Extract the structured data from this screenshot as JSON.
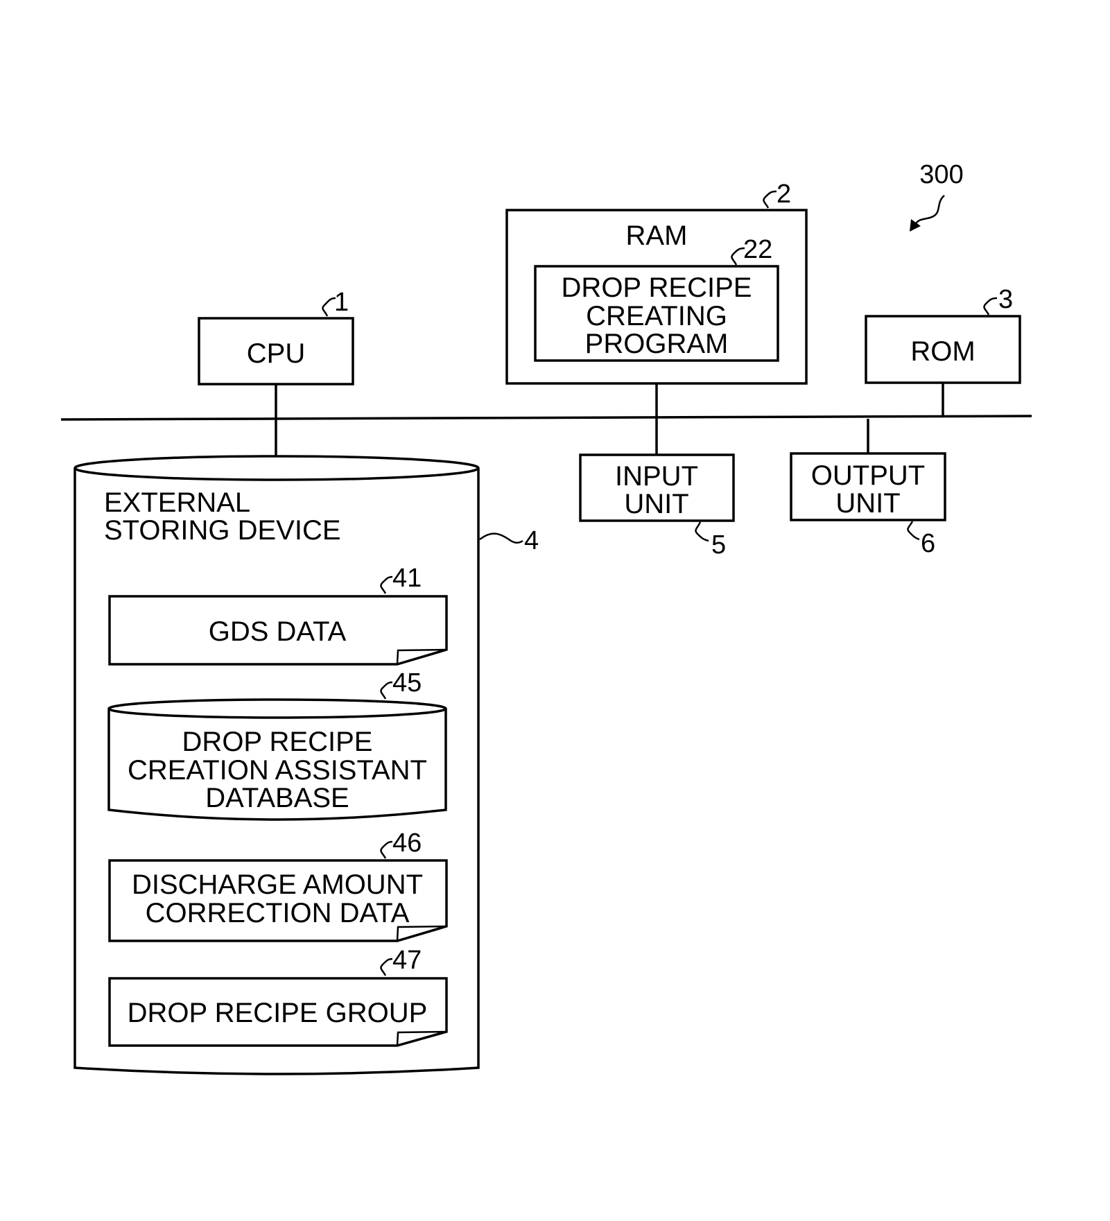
{
  "figure_ref": "300",
  "cpu": {
    "label": "CPU",
    "ref": "1"
  },
  "ram": {
    "label": "RAM",
    "ref": "2",
    "program": {
      "lines": [
        "DROP RECIPE",
        "CREATING",
        "PROGRAM"
      ],
      "ref": "22"
    }
  },
  "rom": {
    "label": "ROM",
    "ref": "3"
  },
  "input_unit": {
    "lines": [
      "INPUT",
      "UNIT"
    ],
    "ref": "5"
  },
  "output_unit": {
    "lines": [
      "OUTPUT",
      "UNIT"
    ],
    "ref": "6"
  },
  "external_storage": {
    "lines": [
      "EXTERNAL",
      "STORING DEVICE"
    ],
    "ref": "4",
    "items": [
      {
        "lines": [
          "GDS DATA"
        ],
        "ref": "41"
      },
      {
        "lines": [
          "DROP RECIPE",
          "CREATION ASSISTANT",
          "DATABASE"
        ],
        "ref": "45"
      },
      {
        "lines": [
          "DISCHARGE AMOUNT",
          "CORRECTION DATA"
        ],
        "ref": "46"
      },
      {
        "lines": [
          "DROP RECIPE GROUP"
        ],
        "ref": "47"
      }
    ]
  }
}
